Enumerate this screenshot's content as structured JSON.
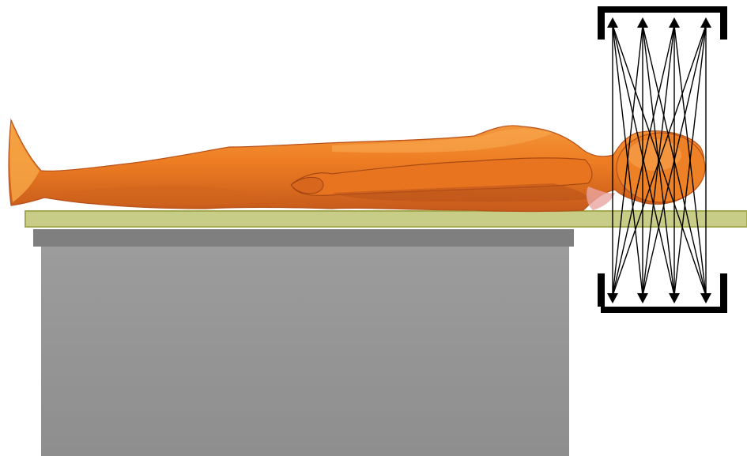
{
  "diagram": {
    "colors": {
      "background": "#ffffff",
      "body_fill": "#ee7d22",
      "body_shade": "#c9581b",
      "body_highlight": "#f9a14a",
      "table_top": "#c9cf8a",
      "table_top_edge": "#9aa14a",
      "base_top": "#7d7d7d",
      "base_front": "#9a9a9a",
      "detector": "#000000",
      "rays": "#000000"
    },
    "elements": {
      "patient": "patient-body",
      "table": "table-top",
      "base": "table-base",
      "scanner_top": "detector-top",
      "scanner_bottom": "detector-bottom",
      "beams": "beam-lines"
    }
  }
}
